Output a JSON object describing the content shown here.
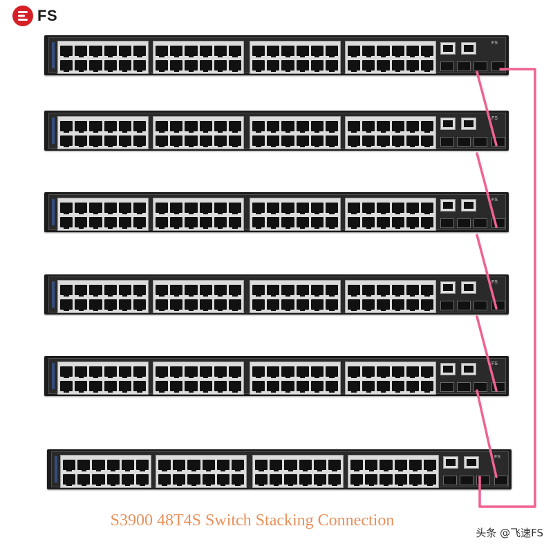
{
  "logo": {
    "text": "FS",
    "brand_color": "#d62027",
    "icon": "fs-logo-icon"
  },
  "switches": [
    {
      "label": "FS"
    },
    {
      "label": "FS"
    },
    {
      "label": "FS"
    },
    {
      "label": "FS"
    },
    {
      "label": "FS"
    },
    {
      "label": "FS"
    }
  ],
  "caption": "S3900 48T4S Switch Stacking Connection",
  "caption_color": "#e8905a",
  "cable_color": "#f06292",
  "watermark": "头条 @飞速FS"
}
